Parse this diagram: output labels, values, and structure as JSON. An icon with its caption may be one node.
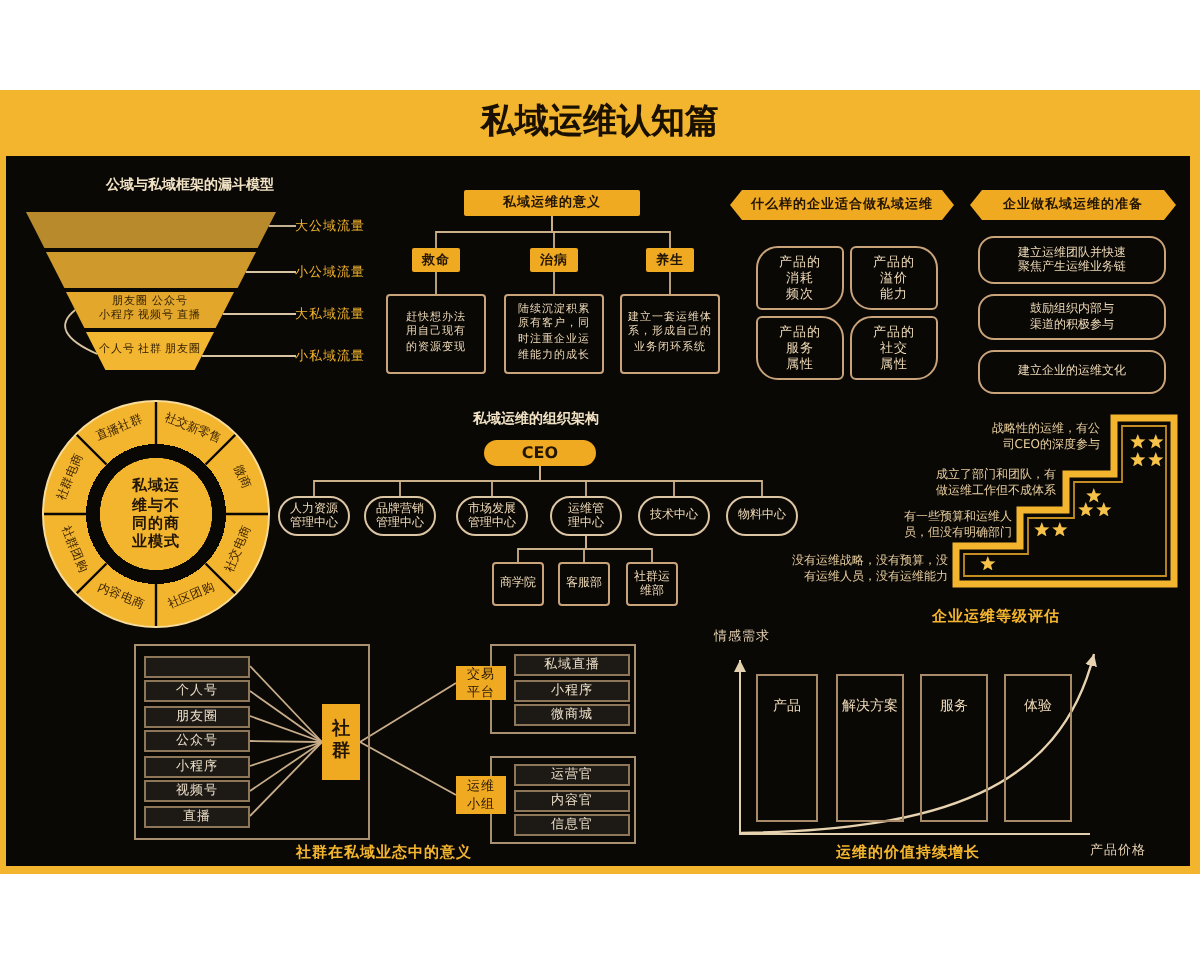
{
  "diagram": {
    "title": "私域运维认知篇",
    "nodes": [
      {
        "text": [],
        "shape": "trapezoid"
      },
      {
        "text": [],
        "shape": "trapezoid"
      },
      {
        "text": [
          "朋友圈 公众号",
          "小程序 视频号 直播"
        ]
      },
      {
        "text": [
          "个人号 社群 朋友圈"
        ]
      },
      {
        "text": [
          "大公域流量"
        ]
      },
      {
        "text": [
          "小公域流量"
        ]
      },
      {
        "text": [
          "大私域流量"
        ]
      },
      {
        "text": [
          "小私域流量"
        ]
      },
      {
        "text": [
          "私域运维的意义"
        ]
      },
      {
        "text": [
          "救命"
        ]
      },
      {
        "text": [
          "治病"
        ]
      },
      {
        "text": [
          "养生"
        ]
      },
      {
        "text": [
          "赶快想办法用自己现有的资源变现"
        ]
      },
      {
        "text": [
          "陆续沉淀积累原有客户，同时注重企业运维能力的成长"
        ]
      },
      {
        "text": [
          "建立一套运维体系，形成自己的业务闭环系统"
        ]
      },
      {
        "text": [
          "什么样的企业适合做私域运维"
        ]
      },
      {
        "text": [
          "产品的消耗频次"
        ]
      },
      {
        "text": [
          "产品的溢价能力"
        ]
      },
      {
        "text": [
          "产品的服务属性"
        ]
      },
      {
        "text": [
          "产品的社交属性"
        ]
      },
      {
        "text": [
          "企业做私域运维的准备"
        ]
      },
      {
        "text": [
          "建立运维团队并快速聚焦产生运维业务链"
        ]
      },
      {
        "text": [
          "鼓励组织内部与渠道的积极参与"
        ]
      },
      {
        "text": [
          "建立企业的运维文化"
        ]
      },
      {
        "text": [
          "直播社群",
          "社交新零售",
          "微商",
          "社交电商",
          "社区团购",
          "内容电商",
          "社群团购",
          "社群电商"
        ]
      },
      {
        "text": [
          "私域运维与不同的商业模式"
        ],
        "in": 24
      },
      {
        "text": [
          "CEO"
        ]
      },
      {
        "text": [
          "人力资源管理中心"
        ]
      },
      {
        "text": [
          "品牌营销管理中心"
        ]
      },
      {
        "text": [
          "市场发展管理中心"
        ]
      },
      {
        "text": [
          "运维管理中心"
        ]
      },
      {
        "text": [
          "技术中心"
        ]
      },
      {
        "text": [
          "物料中心"
        ]
      },
      {
        "text": [
          "商学院"
        ]
      },
      {
        "text": [
          "客服部"
        ]
      },
      {
        "text": [
          "社群运维部"
        ]
      },
      {
        "text": [],
        "shape": "box"
      },
      {
        "text": [],
        "shape": "box",
        "in": 36
      },
      {
        "text": [
          "个人号"
        ],
        "in": 36
      },
      {
        "text": [
          "朋友圈"
        ],
        "in": 36
      },
      {
        "text": [
          "公众号"
        ],
        "in": 36
      },
      {
        "text": [
          "小程序"
        ],
        "in": 36
      },
      {
        "text": [
          "视频号"
        ],
        "in": 36
      },
      {
        "text": [
          "直播"
        ],
        "in": 36
      },
      {
        "text": [
          "社群"
        ],
        "in": 36
      },
      {
        "text": [
          "交易平台"
        ]
      },
      {
        "text": [],
        "shape": "box"
      },
      {
        "text": [
          "私域直播"
        ],
        "in": 46
      },
      {
        "text": [
          "小程序"
        ],
        "in": 46
      },
      {
        "text": [
          "微商城"
        ],
        "in": 46
      },
      {
        "text": [
          "运维小组"
        ]
      },
      {
        "text": [],
        "shape": "box"
      },
      {
        "text": [
          "运营官"
        ],
        "in": 51
      },
      {
        "text": [
          "内容官"
        ],
        "in": 51
      },
      {
        "text": [
          "信息官"
        ],
        "in": 51
      },
      {
        "text": [
          "产品"
        ]
      },
      {
        "text": [
          "解决方案"
        ]
      },
      {
        "text": [
          "服务"
        ]
      },
      {
        "text": [
          "体验"
        ]
      }
    ],
    "edges": [
      {
        "from": 4,
        "to": 0,
        "arrow": "none"
      },
      {
        "from": 5,
        "to": 1,
        "arrow": "none"
      },
      {
        "from": 6,
        "to": 2,
        "arrow": "none"
      },
      {
        "from": 7,
        "to": 3,
        "arrow": "none"
      },
      {
        "from": 8,
        "to": 9,
        "arrow": "none"
      },
      {
        "from": 8,
        "to": 10,
        "arrow": "none"
      },
      {
        "from": 8,
        "to": 11,
        "arrow": "none"
      },
      {
        "from": 9,
        "to": 12,
        "arrow": "none"
      },
      {
        "from": 10,
        "to": 13,
        "arrow": "none"
      },
      {
        "from": 11,
        "to": 14,
        "arrow": "none"
      },
      {
        "from": 26,
        "to": 27,
        "arrow": "none"
      },
      {
        "from": 26,
        "to": 28,
        "arrow": "none"
      },
      {
        "from": 26,
        "to": 29,
        "arrow": "none"
      },
      {
        "from": 26,
        "to": 30,
        "arrow": "none"
      },
      {
        "from": 26,
        "to": 31,
        "arrow": "none"
      },
      {
        "from": 26,
        "to": 32,
        "arrow": "none"
      },
      {
        "from": 30,
        "to": 33,
        "arrow": "none"
      },
      {
        "from": 30,
        "to": 34,
        "arrow": "none"
      },
      {
        "from": 30,
        "to": 35,
        "arrow": "none"
      },
      {
        "from": 37,
        "to": 44,
        "arrow": "none"
      },
      {
        "from": 38,
        "to": 44,
        "arrow": "none"
      },
      {
        "from": 39,
        "to": 44,
        "arrow": "none"
      },
      {
        "from": 40,
        "to": 44,
        "arrow": "none"
      },
      {
        "from": 41,
        "to": 44,
        "arrow": "none"
      },
      {
        "from": 42,
        "to": 44,
        "arrow": "none"
      },
      {
        "from": 43,
        "to": 44,
        "arrow": "none"
      },
      {
        "from": 44,
        "to": 45,
        "arrow": "none"
      },
      {
        "from": 44,
        "to": 50,
        "arrow": "none"
      },
      {
        "from": 2,
        "to": 3,
        "arrow": "none"
      }
    ],
    "labels": [
      "公域与私域框架的漏斗模型",
      "私域运维的组织架构",
      "战略性的运维，有公司CEO的深度参与",
      "成立了部门和团队，有做运维工作但不成体系",
      "有一些预算和运维人员，但没有明确部门",
      "没有运维战略，没有预算，没有运维人员，没有运维能力",
      "企业运维等级评估",
      "情感需求",
      "社群在私域业态中的意义",
      "运维的价值持续增长",
      "产品价格"
    ]
  }
}
